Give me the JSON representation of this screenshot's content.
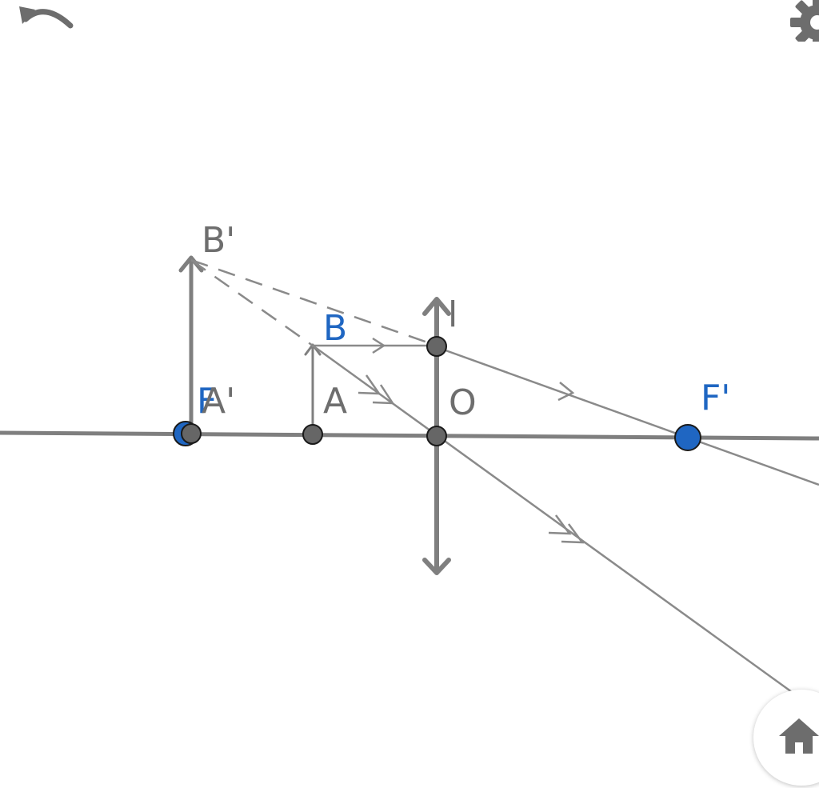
{
  "labels": {
    "b_prime": "B'",
    "b": "B",
    "lens": "l",
    "f": "F",
    "a_prime": "A'",
    "a": "A",
    "o": "O",
    "f_prime": "F'"
  },
  "icons": {
    "undo": "undo-icon",
    "settings": "gear-icon",
    "home": "home-icon"
  },
  "colors": {
    "blue": "#1f66c2",
    "gray": "#808080",
    "point_gray": "#666666",
    "line_gray": "#888888"
  }
}
